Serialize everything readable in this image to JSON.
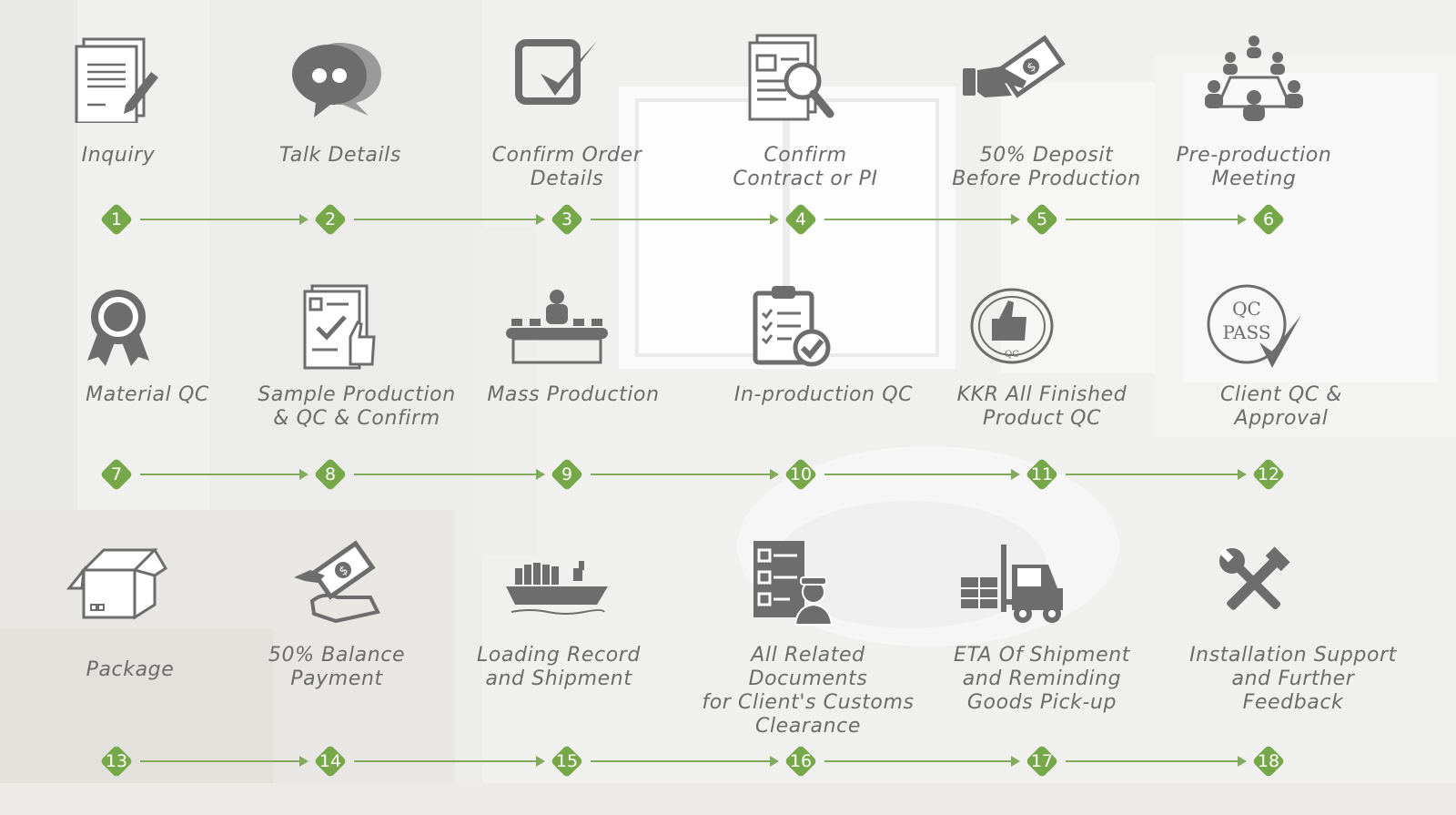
{
  "steps": [
    {
      "num": "1",
      "label": "Inquiry",
      "icon": "document-pen-icon"
    },
    {
      "num": "2",
      "label": "Talk Details",
      "icon": "chat-bubbles-icon"
    },
    {
      "num": "3",
      "label": "Confirm Order\nDetails",
      "icon": "checkbox-icon"
    },
    {
      "num": "4",
      "label": "Confirm\nContract or PI",
      "icon": "document-magnifier-icon"
    },
    {
      "num": "5",
      "label": "50% Deposit\nBefore Production",
      "icon": "hand-money-icon"
    },
    {
      "num": "6",
      "label": "Pre-production\nMeeting",
      "icon": "meeting-people-icon"
    },
    {
      "num": "7",
      "label": "Material QC",
      "icon": "award-ribbon-icon"
    },
    {
      "num": "8",
      "label": "Sample Production\n& QC & Confirm",
      "icon": "checklist-thumb-icon"
    },
    {
      "num": "9",
      "label": "Mass Production",
      "icon": "production-line-icon"
    },
    {
      "num": "10",
      "label": "In-production QC",
      "icon": "clipboard-check-icon"
    },
    {
      "num": "11",
      "label": "KKR All Finished\nProduct QC",
      "icon": "qc-thumbs-up-seal-icon"
    },
    {
      "num": "12",
      "label": "Client QC & Approval",
      "icon": "qc-pass-stamp-icon"
    },
    {
      "num": "13",
      "label": "Package",
      "icon": "open-box-icon"
    },
    {
      "num": "14",
      "label": "50% Balance\nPayment",
      "icon": "money-hands-icon"
    },
    {
      "num": "15",
      "label": "Loading Record\nand Shipment",
      "icon": "cargo-ship-icon"
    },
    {
      "num": "16",
      "label": "All Related Documents\nfor Client's Customs\nClearance",
      "icon": "customs-officer-icon"
    },
    {
      "num": "17",
      "label": "ETA Of Shipment\nand Reminding\nGoods Pick-up",
      "icon": "forklift-icon"
    },
    {
      "num": "18",
      "label": "Installation Support\nand Further Feedback",
      "icon": "wrench-hammer-icon"
    }
  ],
  "colors": {
    "accent": "#76a84a",
    "arrow": "#82a95c",
    "icon": "#6d6d6d",
    "text": "#6b6b6b"
  }
}
